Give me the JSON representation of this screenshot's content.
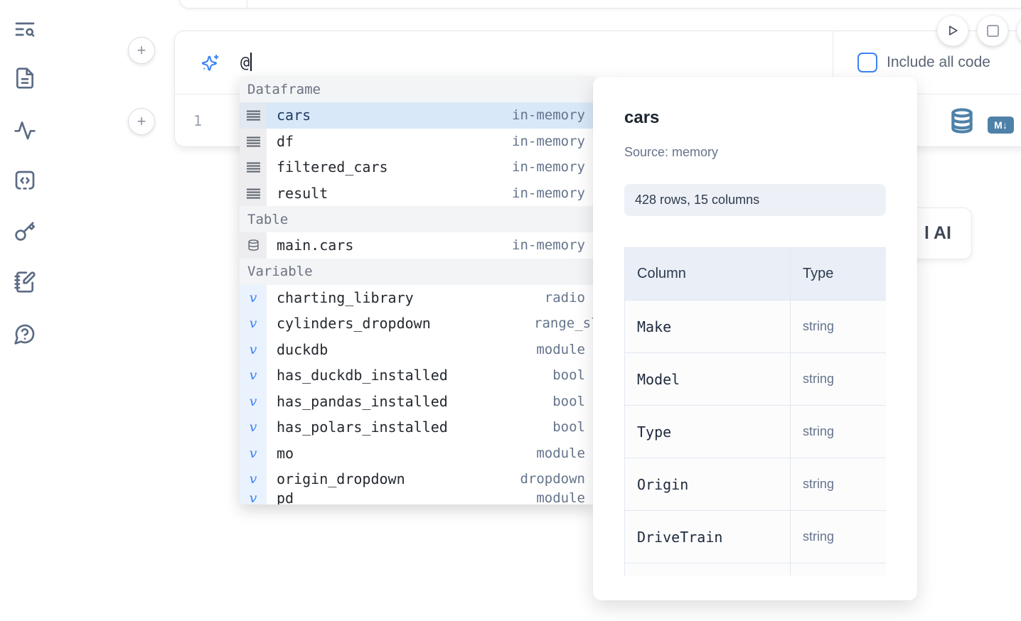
{
  "sidebar": {
    "icons": [
      {
        "name": "text-search-icon"
      },
      {
        "name": "file-document-icon"
      },
      {
        "name": "activity-icon"
      },
      {
        "name": "code-snippets-icon"
      },
      {
        "name": "key-icon"
      },
      {
        "name": "notebook-pen-icon"
      },
      {
        "name": "help-chat-icon"
      }
    ]
  },
  "toolbar": {
    "include_all_code_label": "Include all code"
  },
  "cell": {
    "prompt_value": "@",
    "line_number": "1",
    "markdown_badge": "M↓"
  },
  "autocomplete": {
    "sections": [
      {
        "label": "Dataframe",
        "icon": "dataframe-rows-icon",
        "items": [
          {
            "name": "cars",
            "detail": "in-memory",
            "selected": true
          },
          {
            "name": "df",
            "detail": "in-memory"
          },
          {
            "name": "filtered_cars",
            "detail": "in-memory"
          },
          {
            "name": "result",
            "detail": "in-memory"
          }
        ]
      },
      {
        "label": "Table",
        "icon": "database-icon",
        "items": [
          {
            "name": "main.cars",
            "detail": "in-memory"
          }
        ]
      },
      {
        "label": "Variable",
        "icon": "variable-icon",
        "items": [
          {
            "name": "charting_library",
            "detail": "radio"
          },
          {
            "name": "cylinders_dropdown",
            "detail": "range_sli",
            "clipped": true
          },
          {
            "name": "duckdb",
            "detail": "module"
          },
          {
            "name": "has_duckdb_installed",
            "detail": "bool"
          },
          {
            "name": "has_pandas_installed",
            "detail": "bool"
          },
          {
            "name": "has_polars_installed",
            "detail": "bool"
          },
          {
            "name": "mo",
            "detail": "module"
          },
          {
            "name": "origin_dropdown",
            "detail": "dropdown"
          },
          {
            "name": "pd",
            "detail": "module",
            "cut": true
          }
        ]
      }
    ]
  },
  "preview": {
    "title": "cars",
    "source": "Source: memory",
    "shape": "428 rows, 15 columns",
    "table": {
      "headers": [
        "Column",
        "Type"
      ],
      "rows": [
        [
          "Make",
          "string"
        ],
        [
          "Model",
          "string"
        ],
        [
          "Type",
          "string"
        ],
        [
          "Origin",
          "string"
        ],
        [
          "DriveTrain",
          "string"
        ]
      ]
    }
  },
  "ai_button": {
    "visible_fragment": "l AI"
  },
  "colors": {
    "accent_blue": "#3b82f6",
    "steel_icon_blue": "#4e81a8",
    "selected_row": "#d8e8f9",
    "sidebar_icon": "#5b6b85"
  }
}
